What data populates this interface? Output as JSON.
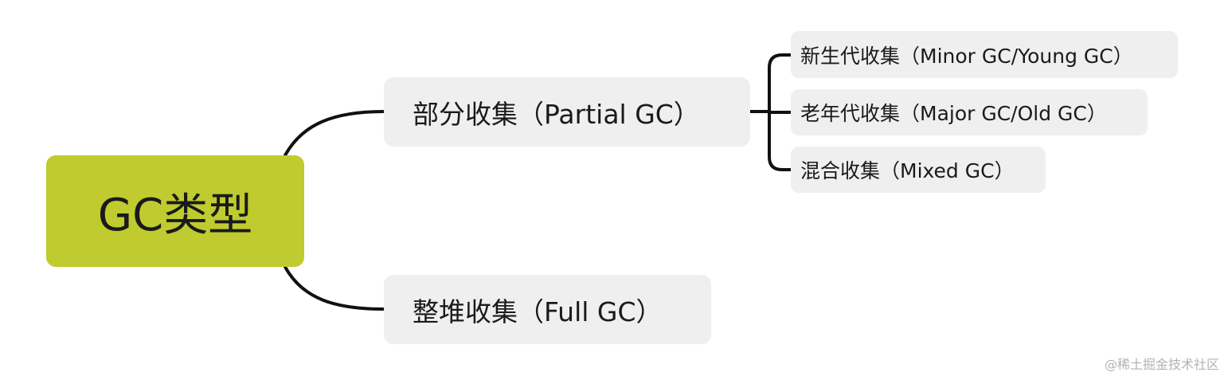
{
  "diagram": {
    "root": {
      "label": "GC类型"
    },
    "partial": {
      "label": "部分收集（Partial GC）"
    },
    "full": {
      "label": "整堆收集（Full GC）"
    },
    "partial_children": [
      {
        "label": "新生代收集（Minor GC/Young GC）"
      },
      {
        "label": "老年代收集（Major GC/Old GC）"
      },
      {
        "label": "混合收集（Mixed GC）"
      }
    ]
  },
  "watermark": {
    "text": "@稀土掘金技术社区"
  },
  "colors": {
    "root_fill": "#bfcb2f",
    "node_fill": "#efefef",
    "connector": "#111111",
    "watermark": "#b3b3b3"
  }
}
